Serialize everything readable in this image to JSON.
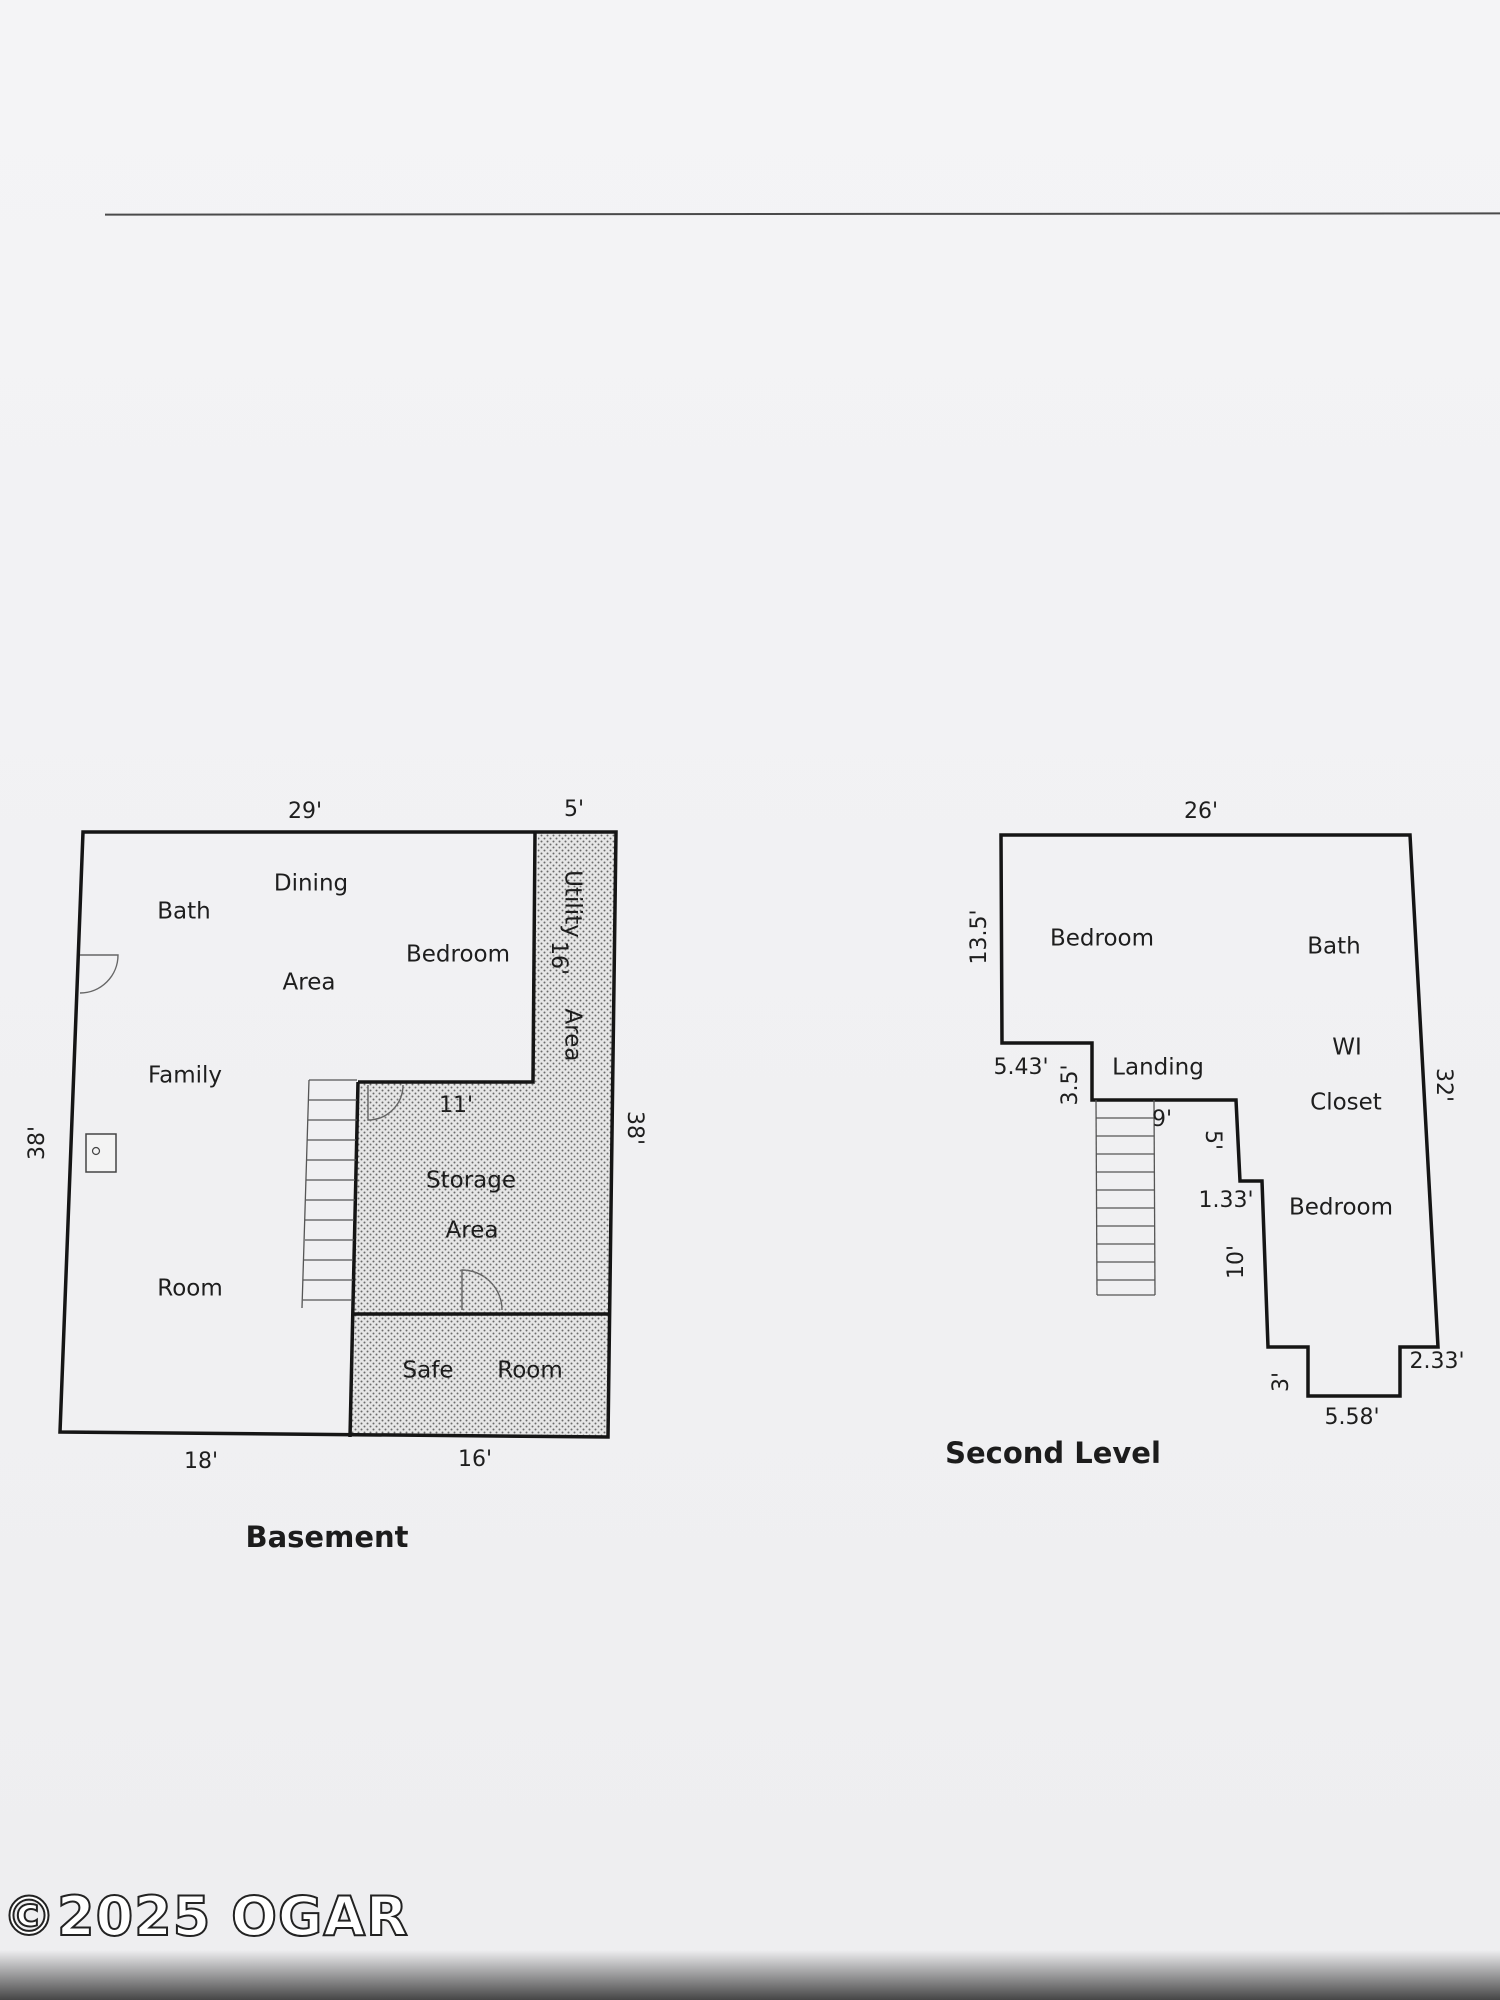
{
  "watermark": "©2025 OGAR",
  "basement": {
    "title": "Basement",
    "rooms": {
      "bath": "Bath",
      "dining": "Dining",
      "dining_area": "Area",
      "bedroom": "Bedroom",
      "family": "Family",
      "family_room": "Room",
      "utility": "Utility",
      "utility_area": "Area",
      "storage": "Storage",
      "storage_area": "Area",
      "safe": "Safe",
      "safe_room": "Room"
    },
    "dimensions": {
      "top_left": "29'",
      "top_right": "5'",
      "left": "38'",
      "right": "38'",
      "utility_inner": "16'",
      "storage_top": "11'",
      "bottom_left": "18'",
      "bottom_right": "16'"
    }
  },
  "second_level": {
    "title": "Second Level",
    "rooms": {
      "bedroom_1": "Bedroom",
      "bath": "Bath",
      "landing": "Landing",
      "wi": "WI",
      "closet": "Closet",
      "bedroom_2": "Bedroom"
    },
    "dimensions": {
      "top": "26'",
      "left_upper": "13.5'",
      "step_1": "5.43'",
      "step_2": "3.5'",
      "landing_bottom": "9'",
      "step_3": "5'",
      "step_4": "1.33'",
      "step_5": "10'",
      "notch_left": "3'",
      "bottom": "5.58'",
      "notch_right": "2.33'",
      "right": "32'"
    }
  }
}
